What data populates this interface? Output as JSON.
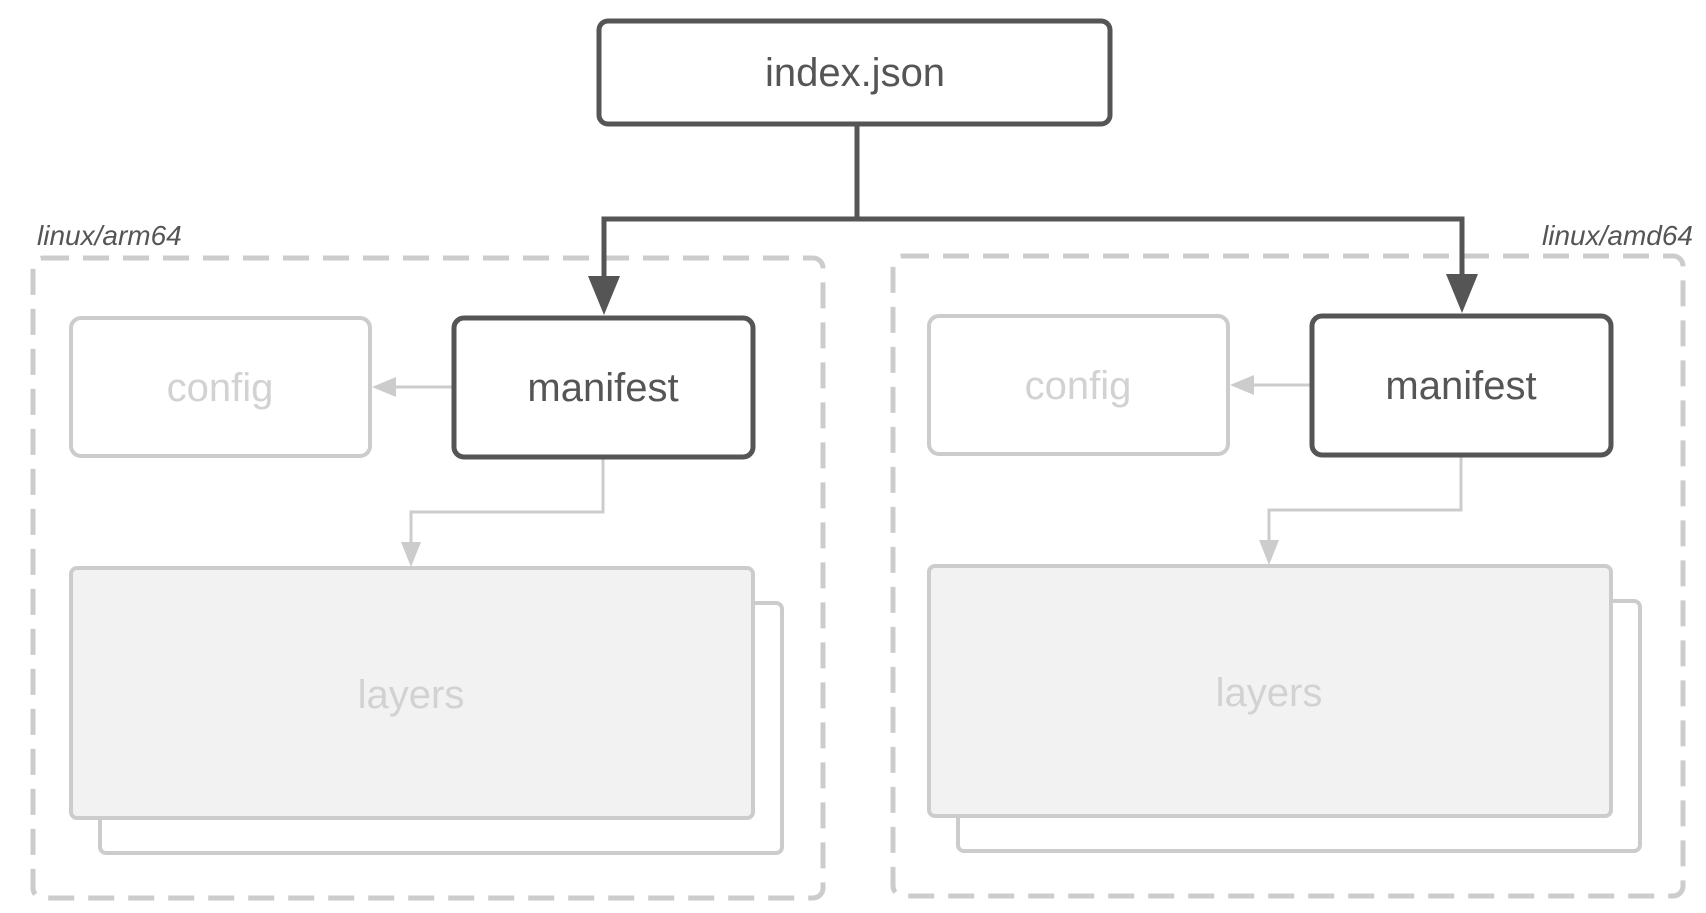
{
  "nodes": {
    "index": {
      "label": "index.json"
    },
    "left": {
      "platform": "linux/arm64",
      "manifest": "manifest",
      "config": "config",
      "layers": "layers"
    },
    "right": {
      "platform": "linux/amd64",
      "manifest": "manifest",
      "config": "config",
      "layers": "layers"
    }
  },
  "colors": {
    "dark": "#555555",
    "light": "#cccccc",
    "light_text": "#d2d2d2",
    "layer_fill": "#f2f2f2",
    "dashed": "#cccccc"
  }
}
